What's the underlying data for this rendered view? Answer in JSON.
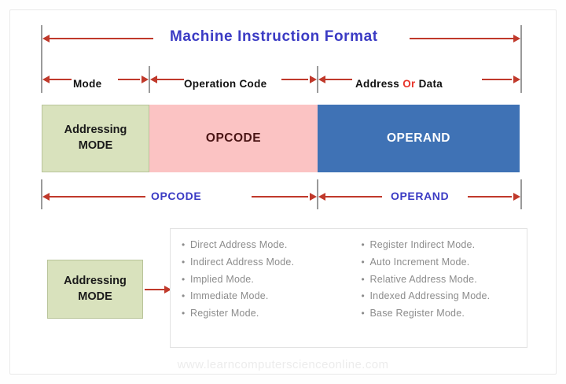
{
  "diagram": {
    "title": "Machine  Instruction  Format",
    "watermark": "www.learncomputerscienceonline.com",
    "field_labels": {
      "mode": "Mode",
      "operation_code": "Operation  Code",
      "address_prefix": "Address",
      "address_or": "Or",
      "address_suffix": "Data"
    },
    "blocks": {
      "mode_line1": "Addressing",
      "mode_line2": "MODE",
      "opcode": "OPCODE",
      "operand": "OPERAND"
    },
    "group_labels": {
      "opcode": "OPCODE",
      "operand": "OPERAND"
    },
    "callout": {
      "line1": "Addressing",
      "line2": "MODE"
    },
    "addressing_modes": {
      "left_column": [
        "Direct  Address Mode.",
        "Indirect Address Mode.",
        "Implied Mode.",
        "Immediate Mode.",
        "Register Mode."
      ],
      "right_column": [
        "Register Indirect Mode.",
        "Auto Increment Mode.",
        "Relative Address Mode.",
        "Indexed Addressing Mode.",
        "Base Register Mode."
      ]
    },
    "bullet_glyph": "•",
    "colors": {
      "title_blue": "#3b3bc4",
      "arrow_red": "#c0392b",
      "or_red": "#e8342a",
      "mode_block_fill": "#d9e2bd",
      "opcode_block_fill": "#fbc3c3",
      "operand_block_fill": "#3f72b5",
      "rule_gray": "#9a9a9a",
      "list_text_gray": "#8c8c8c",
      "watermark_gray": "#ececec"
    }
  }
}
